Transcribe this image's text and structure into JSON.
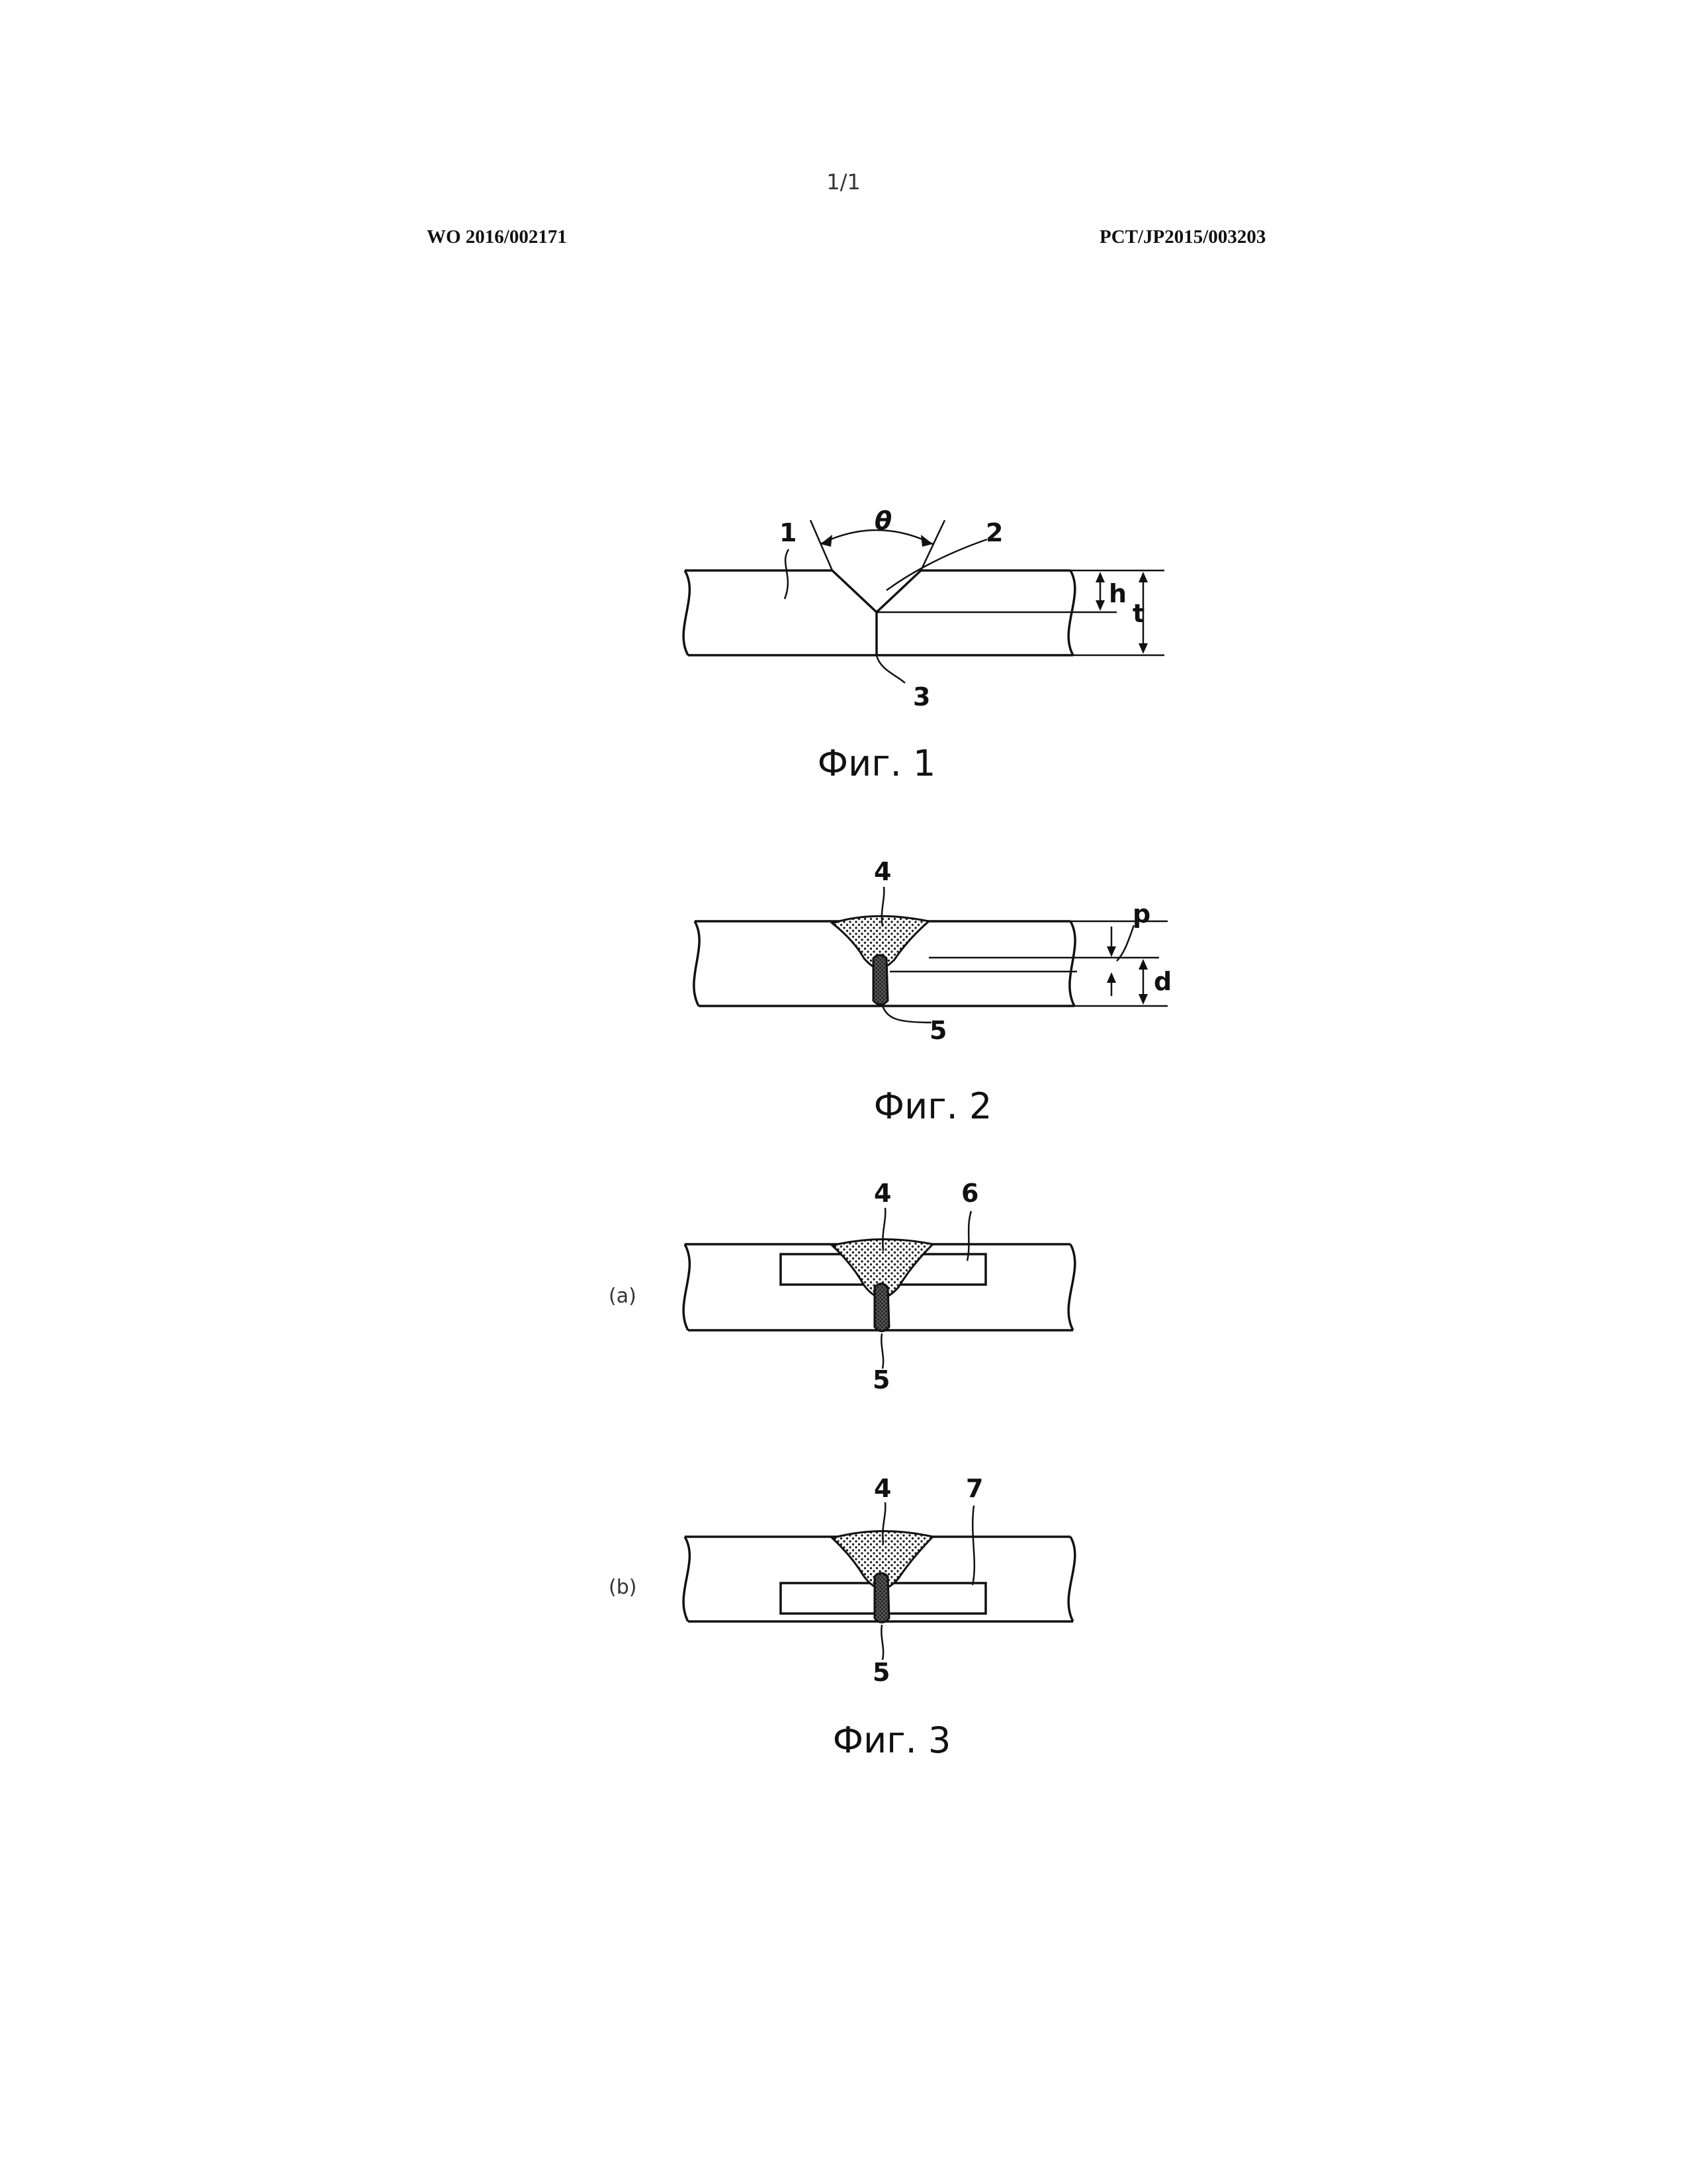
{
  "header": {
    "page_number": "1/1",
    "publication_number": "WO 2016/002171",
    "application_number": "PCT/JP2015/003203"
  },
  "figure1": {
    "caption": "Фиг. 1",
    "angle_label": "θ",
    "labels": {
      "plate": "1",
      "groove": "2",
      "root_face": "3",
      "h": "h",
      "t": "t"
    }
  },
  "figure2": {
    "caption": "Фиг. 2",
    "labels": {
      "weld_metal": "4",
      "root_bead": "5",
      "p": "p",
      "d": "d"
    }
  },
  "figure3": {
    "caption": "Фиг. 3",
    "part_a": {
      "label": "(a)",
      "weld_metal": "4",
      "root_bead": "5",
      "region": "6"
    },
    "part_b": {
      "label": "(b)",
      "weld_metal": "4",
      "root_bead": "5",
      "region": "7"
    }
  }
}
